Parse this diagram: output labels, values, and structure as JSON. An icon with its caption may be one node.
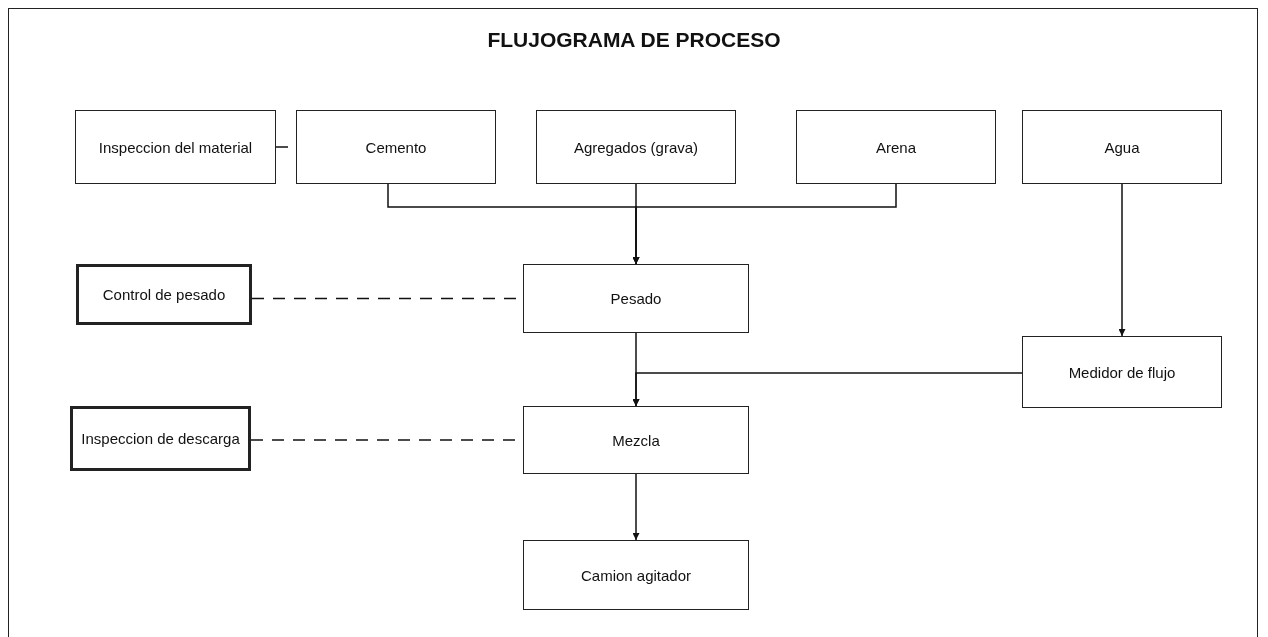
{
  "diagram": {
    "title": "FLUJOGRAMA DE PROCESO",
    "nodes": [
      {
        "text": [
          "Inspeccion del material"
        ]
      },
      {
        "text": [
          "Cemento"
        ]
      },
      {
        "text": [
          "Agregados (grava)"
        ]
      },
      {
        "text": [
          "Arena"
        ]
      },
      {
        "text": [
          "Agua"
        ]
      },
      {
        "text": [
          "Control de pesado"
        ]
      },
      {
        "text": [
          "Pesado"
        ]
      },
      {
        "text": [
          "Medidor de flujo"
        ]
      },
      {
        "text": [
          "Inspeccion de descarga"
        ]
      },
      {
        "text": [
          "Mezcla"
        ]
      },
      {
        "text": [
          "Camion agitador"
        ]
      }
    ],
    "edges": [
      {
        "from": 0,
        "to": 1,
        "arrow": "none",
        "style": "dashed"
      },
      {
        "from": 1,
        "to": 6,
        "arrow": "to"
      },
      {
        "from": 2,
        "to": 6,
        "arrow": "to"
      },
      {
        "from": 3,
        "to": 6,
        "arrow": "to"
      },
      {
        "from": 4,
        "to": 7,
        "arrow": "to"
      },
      {
        "from": 5,
        "to": 6,
        "arrow": "none",
        "style": "dashed"
      },
      {
        "from": 6,
        "to": 9,
        "arrow": "to"
      },
      {
        "from": 7,
        "to": 9,
        "arrow": "to"
      },
      {
        "from": 8,
        "to": 9,
        "arrow": "none",
        "style": "dashed"
      },
      {
        "from": 9,
        "to": 10,
        "arrow": "to"
      }
    ]
  }
}
